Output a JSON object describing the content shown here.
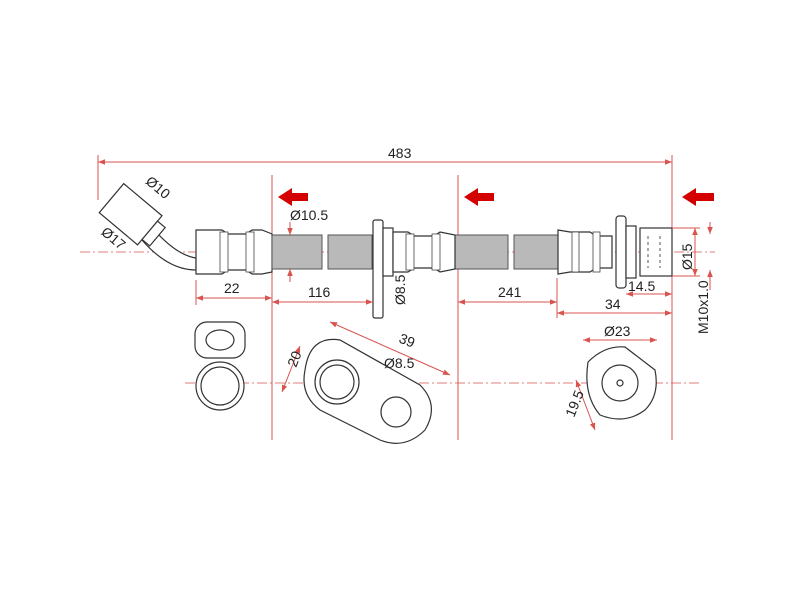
{
  "title": "Brake hose dimensional drawing",
  "dimensions": {
    "total_length": "483",
    "fitting_left_dia1": "Ø10",
    "fitting_left_dia2": "Ø17",
    "hose_dia": "Ø10.5",
    "left_ferrule_len": "22",
    "hose_len_1": "116",
    "bracket_hole_dia": "Ø8.5",
    "hose_len_2": "241",
    "right_end_len": "34",
    "nut_len": "14.5",
    "nut_dia": "Ø15",
    "thread": "M10x1.0",
    "bracket_length": "39",
    "bracket_width": "20",
    "bracket_hole_dia_2": "Ø8.5",
    "right_flange_dia": "Ø23",
    "right_flange_flat": "19.5"
  },
  "colors": {
    "dimension": "#d9534f",
    "arrow": "#d40000",
    "hose": "#b9b9b9"
  }
}
